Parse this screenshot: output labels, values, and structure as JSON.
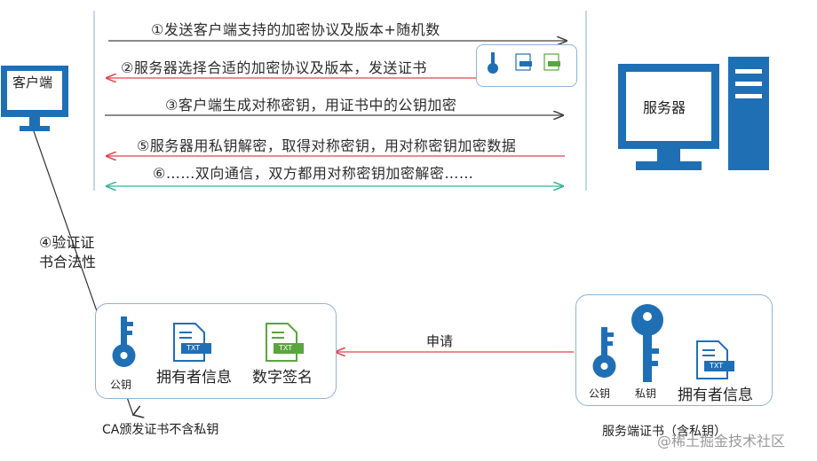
{
  "client": {
    "label": "客户端"
  },
  "server": {
    "label": "服务器"
  },
  "steps": [
    {
      "text": "①发送客户端支持的加密协议及版本+随机数"
    },
    {
      "text": "②服务器选择合适的加密协议及版本，发送证书"
    },
    {
      "text": "③客户端生成对称密钥，用证书中的公钥加密"
    },
    {
      "text": "⑤服务器用私钥解密，取得对称密钥，用对称密钥加密数据"
    },
    {
      "text": "⑥……双向通信，双方都用对称密钥加密解密……"
    }
  ],
  "verify": {
    "line1": "④验证证",
    "line2": "书合法性"
  },
  "ca_box": {
    "caption": "CA颁发证书不含私钥",
    "public_key": "公钥",
    "owner_info": "拥有者信息",
    "signature": "数字签名",
    "file_tag": "TXT"
  },
  "apply": {
    "label": "申请"
  },
  "server_box": {
    "caption": "服务端证书（含私钥）",
    "public_key": "公钥",
    "private_key": "私钥",
    "owner_info": "拥有者信息",
    "file_tag": "TXT"
  },
  "watermark": "@稀土掘金技术社区",
  "colors": {
    "blue": "#1f6fb5",
    "green": "#5aa63c",
    "red": "#e0444e",
    "teal": "#3bb39a",
    "dark": "#555555"
  }
}
